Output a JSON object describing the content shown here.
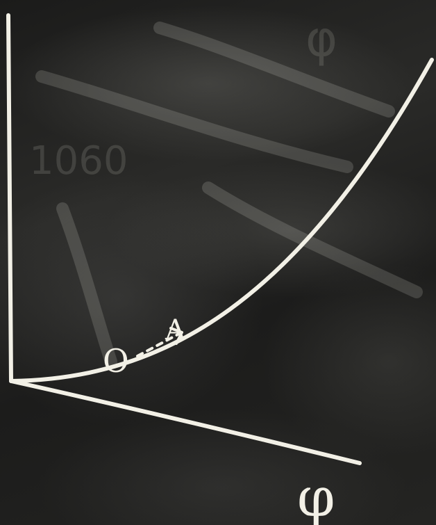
{
  "diagram": {
    "axis_label_phi": "φ",
    "start_marker": "O",
    "end_marker": "A",
    "faint_top_label": "φ",
    "faint_left_number": "1060",
    "colors": {
      "board": "#1c1c1b",
      "chalk": "#f2f0e6",
      "faint_chalk": "rgba(210,210,200,0.16)"
    }
  }
}
